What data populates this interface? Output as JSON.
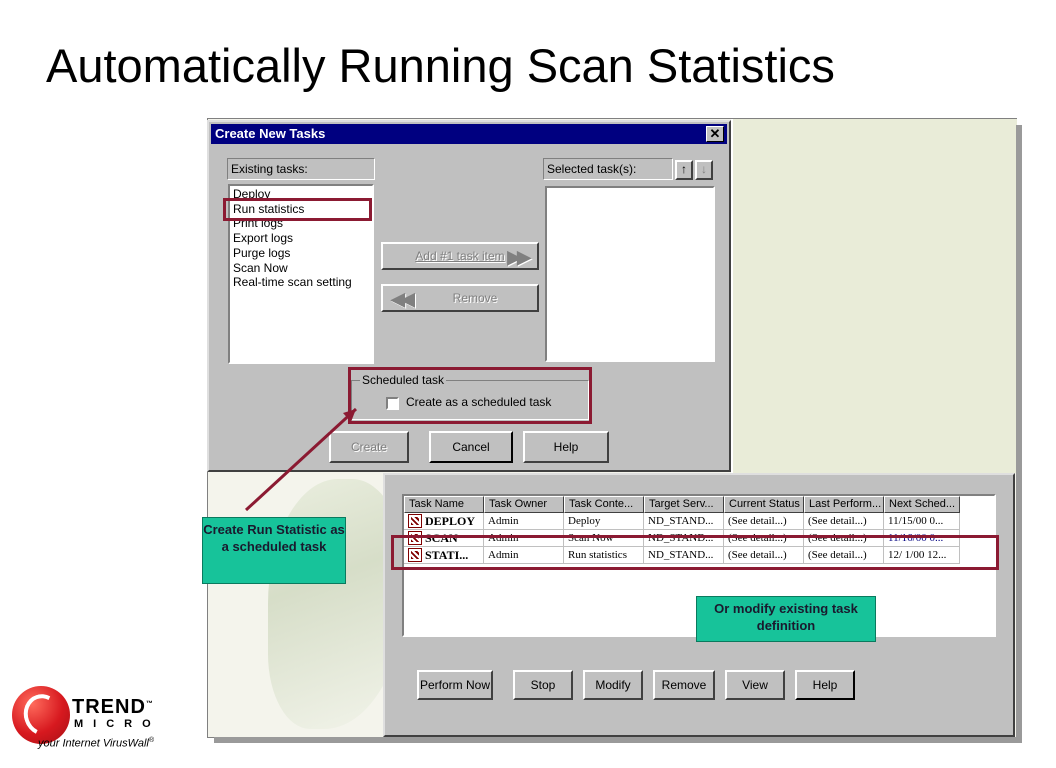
{
  "slide": {
    "title": "Automatically Running Scan Statistics"
  },
  "dialog": {
    "title": "Create New Tasks",
    "close_glyph": "✕",
    "existing_label": "Existing tasks:",
    "existing_tasks": [
      "Deploy",
      "Run statistics",
      "Print logs",
      "Export logs",
      "Purge logs",
      "Scan Now",
      "Real-time scan setting"
    ],
    "selected_label": "Selected task(s):",
    "up_glyph": "↑",
    "down_glyph": "↓",
    "add_label": "Add #1 task item",
    "add_glyph": "▶▶",
    "remove_label": "Remove",
    "remove_glyph": "◀◀",
    "group_label": "Scheduled task",
    "checkbox_label": "Create as a scheduled task",
    "create_label": "Create",
    "cancel_label": "Cancel",
    "help_label": "Help"
  },
  "task_table": {
    "columns": [
      "Task Name",
      "Task Owner",
      "Task Conte...",
      "Target Serv...",
      "Current Status",
      "Last Perform...",
      "Next Sched..."
    ],
    "rows": [
      [
        "DEPLOY",
        "Admin",
        "Deploy",
        "ND_STAND...",
        "(See detail...)",
        "(See detail...)",
        "11/15/00  0..."
      ],
      [
        "SCAN",
        "Admin",
        "Scan Now",
        "ND_STAND...",
        "(See detail...)",
        "(See detail...)",
        "11/16/00  0..."
      ],
      [
        "STATI...",
        "Admin",
        "Run statistics",
        "ND_STAND...",
        "(See detail...)",
        "(See detail...)",
        "12/ 1/00  12..."
      ]
    ],
    "buttons": [
      "Perform Now",
      "Stop",
      "Modify",
      "Remove",
      "View",
      "Help"
    ]
  },
  "callouts": {
    "create": "Create Run Statistic as a scheduled task",
    "modify": "Or modify existing task definition"
  },
  "logo": {
    "word1": "TREND",
    "word2": "MICRO",
    "tm": "™",
    "tagline": "your Internet VirusWall"
  },
  "colors": {
    "highlight": "#8b1a32",
    "callout": "#17c39a",
    "titlebar": "#000080"
  }
}
